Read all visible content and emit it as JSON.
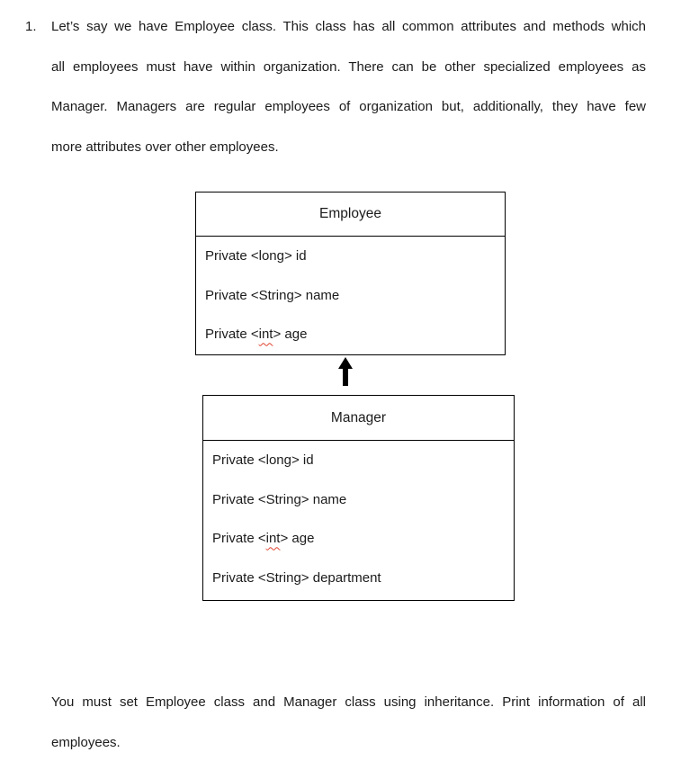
{
  "colors": {
    "background": "#ffffff",
    "text": "#1b1b1b",
    "border": "#000000",
    "squiggle": "#e0432f",
    "arrow": "#000000"
  },
  "intro": {
    "number": "1.",
    "lines": [
      "Let’s say we have Employee class. This class has all common attributes and methods which",
      "all employees must have within organization. There can be other specialized employees as",
      "Manager. Managers are regular employees of organization but, additionally, they have few",
      "more attributes over other employees."
    ]
  },
  "diagram": {
    "employee": {
      "title": "Employee",
      "fields": [
        {
          "pre": "Private <long> id",
          "flag": "",
          "post": ""
        },
        {
          "pre": "Private <String> name",
          "flag": "",
          "post": ""
        },
        {
          "pre": "Private <",
          "flag": "int",
          "post": "> age"
        }
      ]
    },
    "arrow_icon": "inheritance-arrow-up",
    "manager": {
      "title": "Manager",
      "fields": [
        {
          "pre": "Private <long> id",
          "flag": "",
          "post": ""
        },
        {
          "pre": "Private <String> name",
          "flag": "",
          "post": ""
        },
        {
          "pre": "Private <",
          "flag": "int",
          "post": "> age"
        },
        {
          "pre": "Private <String> department",
          "flag": "",
          "post": ""
        }
      ]
    }
  },
  "outro": {
    "lines": [
      "You must set Employee class and Manager class using inheritance. Print information of all",
      "employees."
    ]
  }
}
